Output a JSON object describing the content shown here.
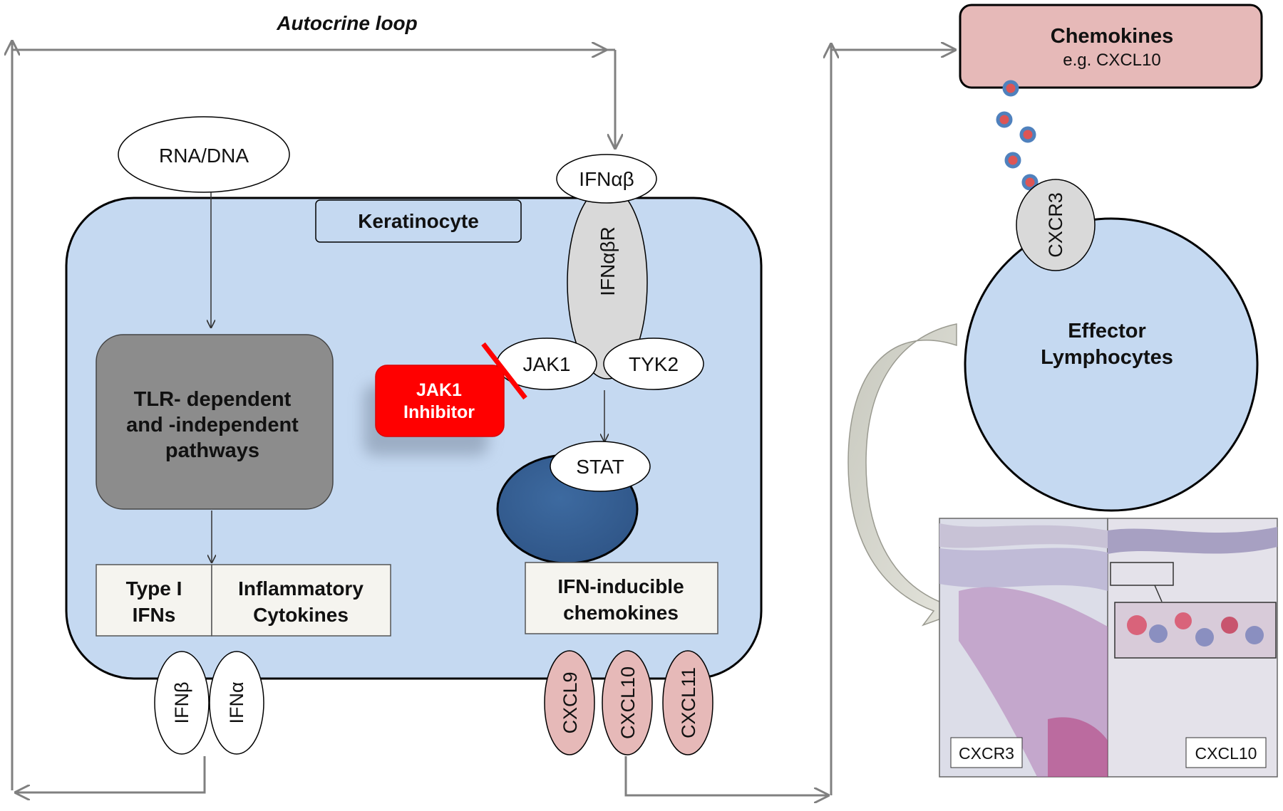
{
  "title": "Autocrine loop",
  "nodes": {
    "rna_dna": "RNA/DNA",
    "keratinocyte": "Keratinocyte",
    "ifn_ab": "IFNαβ",
    "ifn_ab_receptor": "IFNαβR",
    "jak1": "JAK1",
    "tyk2": "TYK2",
    "jak1_inhibitor_line1": "JAK1",
    "jak1_inhibitor_line2": "Inhibitor",
    "stat": "STAT",
    "tlr_line1": "TLR- dependent",
    "tlr_line2": "and -independent",
    "tlr_line3": "pathways",
    "type1_line1": "Type I",
    "type1_line2": "IFNs",
    "inflam_line1": "Inflammatory",
    "inflam_line2": "Cytokines",
    "ifn_chemo_line1": "IFN-inducible",
    "ifn_chemo_line2": "chemokines",
    "ifn_beta": "IFNβ",
    "ifn_alpha": "IFNα",
    "cxcl9": "CXCL9",
    "cxcl10": "CXCL10",
    "cxcl11": "CXCL11",
    "chemokines_title": "Chemokines",
    "chemokines_sub": "e.g. CXCL10",
    "cxcr3": "CXCR3",
    "effector_line1": "Effector",
    "effector_line2": "Lymphocytes",
    "micro_cxcr3": "CXCR3",
    "micro_cxcl10": "CXCL10"
  },
  "colors": {
    "cell_fill": "#c5d9f1",
    "gray_box": "#8c8c8c",
    "inhibitor_red": "#ff0000",
    "nucleus": "#365f91",
    "chemokine_pink": "#e6b9b8",
    "arrow_gray": "#808080",
    "dot_blue": "#4f81bd",
    "dot_red": "#c0504d"
  }
}
